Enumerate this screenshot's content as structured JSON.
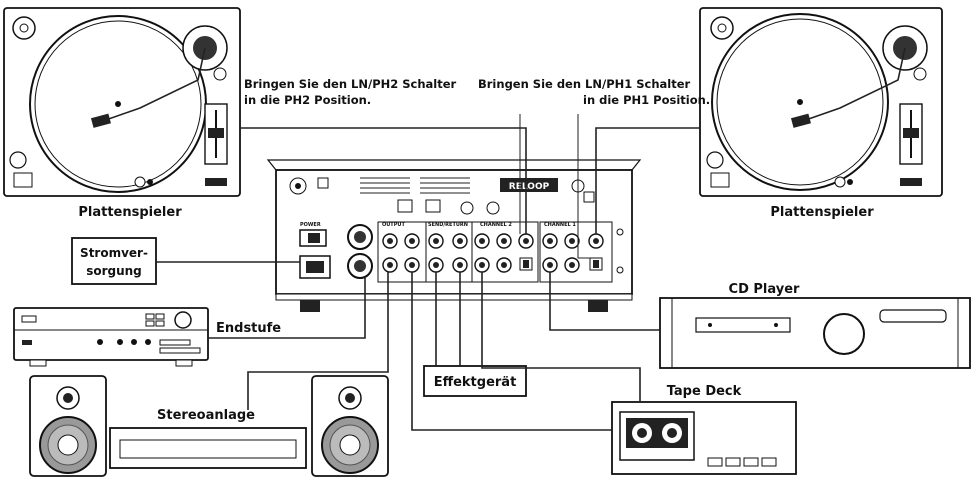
{
  "labels": {
    "turntable_left": "Plattenspieler",
    "turntable_right": "Plattenspieler",
    "note_ph2_line1": "Bringen Sie den LN/PH2 Schalter",
    "note_ph2_line2": "in die PH2 Position.",
    "note_ph1_line1": "Bringen Sie den LN/PH1 Schalter",
    "note_ph1_line2": "in die PH1 Position.",
    "power_line1": "Stromver-",
    "power_line2": "sorgung",
    "amplifier": "Endstufe",
    "cd_player": "CD Player",
    "stereo": "Stereoanlage",
    "effects": "Effektgerät",
    "tape_deck": "Tape Deck"
  },
  "mixer": {
    "brand": "RELOOP",
    "output": "OUTPUT",
    "send_return": "SEND/RETURN",
    "channel_2": "CHANNEL 2",
    "channel_1": "CHANNEL 1",
    "power": "POWER"
  }
}
